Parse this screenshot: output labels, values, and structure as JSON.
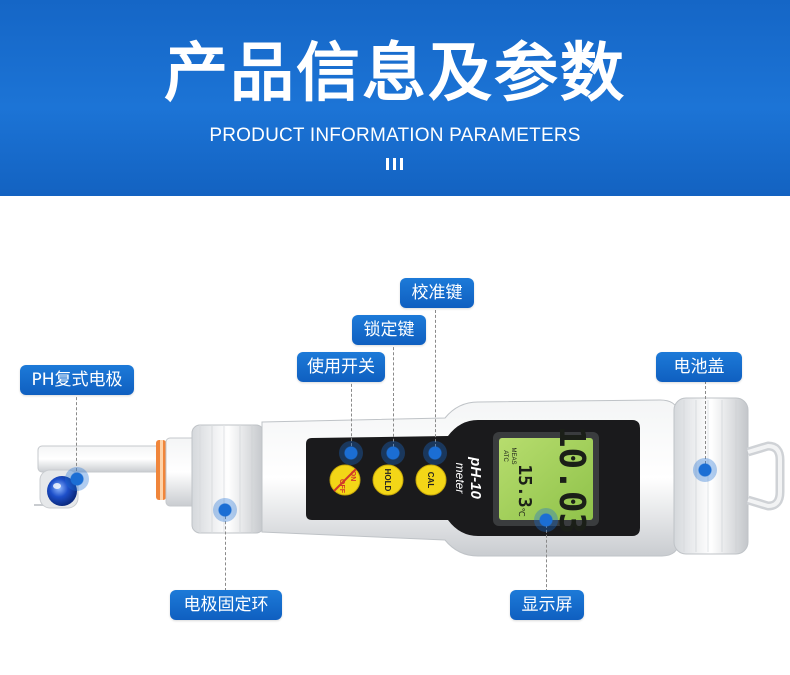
{
  "banner": {
    "title": "产品信息及参数",
    "subtitle": "PRODUCT INFORMATION PARAMETERS"
  },
  "device": {
    "buttons": {
      "power_line1": "ON",
      "power_line2": "OFF",
      "hold": "HOLD",
      "cal": "CAL"
    },
    "model": "pH-10",
    "model_sub": "meter",
    "lcd": {
      "main_reading": "10.03",
      "temp_reading": "15.3",
      "temp_unit": "℃",
      "mode_top": "MEAS",
      "mode_bottom": "ATC"
    }
  },
  "callouts": {
    "ph_electrode": "PH复式电极",
    "power_switch": "使用开关",
    "lock_key": "锁定键",
    "calibrate_key": "校准键",
    "battery_cover": "电池盖",
    "electrode_ring": "电极固定环",
    "display": "显示屏"
  },
  "colors": {
    "banner_blue": "#1566c6",
    "label_blue": "#1d7ad8",
    "button_yellow": "#f3d617",
    "lcd_green": "#9fcf5a"
  }
}
